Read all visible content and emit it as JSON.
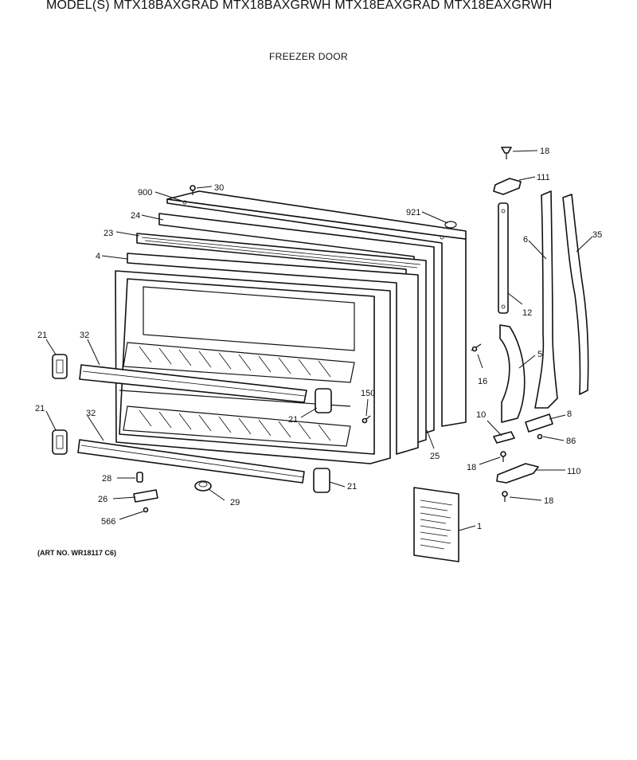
{
  "header": {
    "models": "MODEL(S) MTX18BAXGRAD  MTX18BAXGRWH  MTX18EAXGRAD  MTX18EAXGRWH",
    "subtitle": "FREEZER DOOR"
  },
  "footer": {
    "art_no": "(ART NO. WR18117 C6)"
  },
  "callouts": {
    "c900": "900",
    "c30": "30",
    "c24": "24",
    "c23": "23",
    "c4": "4",
    "c921": "921",
    "c18a": "18",
    "c111": "111",
    "c6": "6",
    "c35": "35",
    "c12": "12",
    "c5": "5",
    "c16": "16",
    "c21a": "21",
    "c32a": "32",
    "c21b": "21",
    "c150": "150",
    "c21c": "21",
    "c32b": "32",
    "c10": "10",
    "c8": "8",
    "c86": "86",
    "c25": "25",
    "c18b": "18",
    "c110": "110",
    "c28": "28",
    "c21d": "21",
    "c26": "26",
    "c29": "29",
    "c18c": "18",
    "c566": "566",
    "c1": "1"
  }
}
